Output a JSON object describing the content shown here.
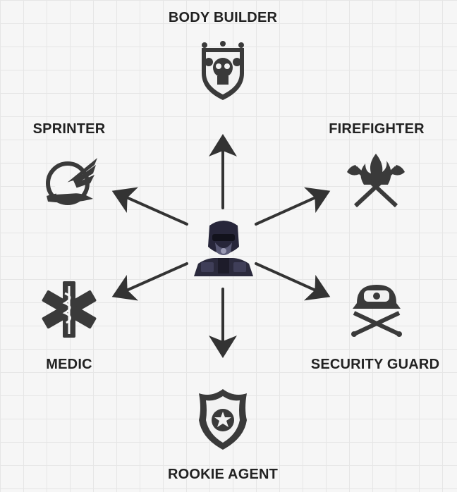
{
  "diagram": {
    "center": {
      "icon": "armored-operative-avatar"
    },
    "roles": {
      "body_builder": {
        "label": "BODY BUILDER",
        "icon": "skull-shield-emblem-icon"
      },
      "sprinter": {
        "label": "SPRINTER",
        "icon": "winged-shoe-icon"
      },
      "firefighter": {
        "label": "FIREFIGHTER",
        "icon": "crossed-axes-flame-icon"
      },
      "medic": {
        "label": "MEDIC",
        "icon": "star-of-life-icon"
      },
      "security_guard": {
        "label": "SECURITY GUARD",
        "icon": "helmet-crossed-batons-icon"
      },
      "rookie_agent": {
        "label": "ROOKIE AGENT",
        "icon": "police-badge-icon"
      }
    },
    "colors": {
      "ink": "#222222",
      "arrow": "#333333",
      "icon": "#3a3a3a",
      "background": "#f6f6f6"
    }
  }
}
